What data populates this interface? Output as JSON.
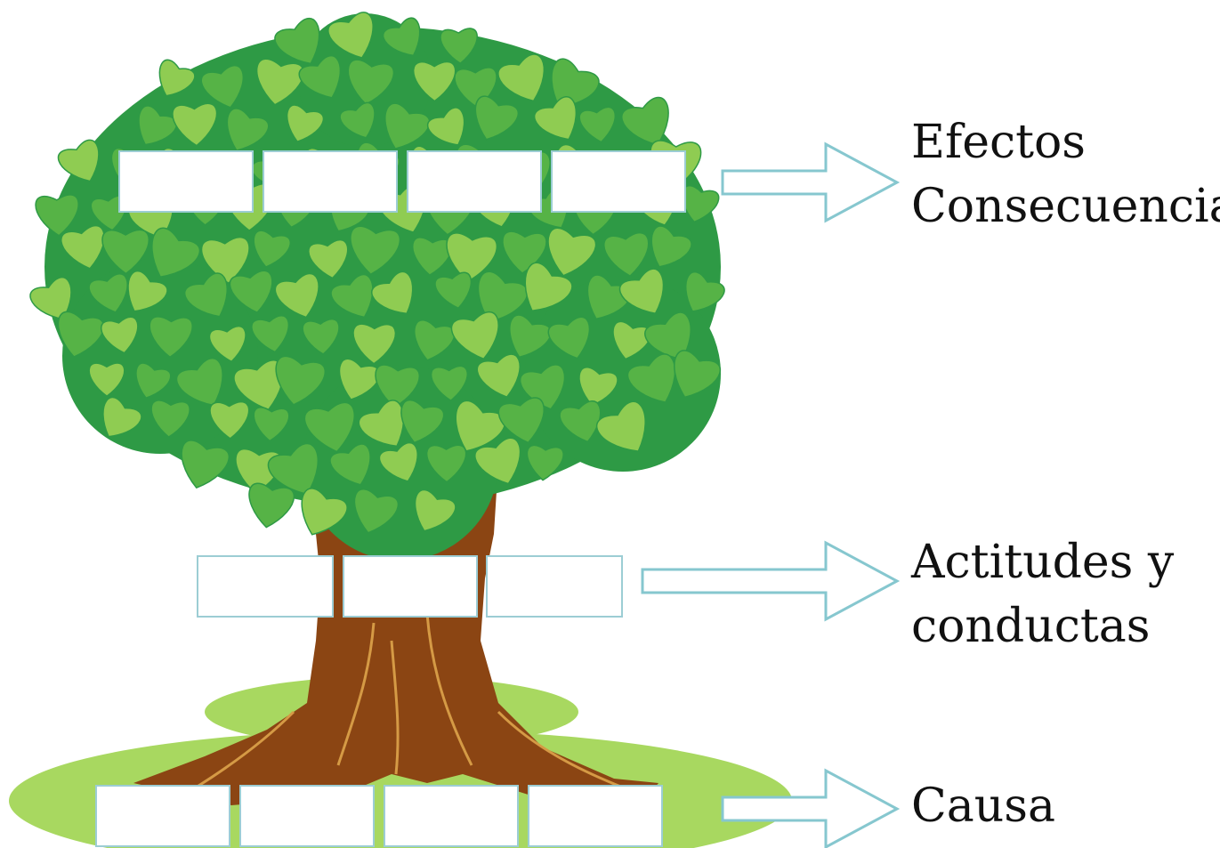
{
  "labels": {
    "effects": {
      "line1": "Efectos",
      "line2": "Consecuencias"
    },
    "attitudes": {
      "line1": "Actitudes y",
      "line2": "conductas"
    },
    "cause": {
      "line1": "Causa"
    }
  },
  "blank_boxes": {
    "effects_row": [
      "",
      "",
      "",
      ""
    ],
    "attitudes_row": [
      "",
      "",
      ""
    ],
    "cause_row": [
      "",
      "",
      "",
      ""
    ]
  },
  "colors": {
    "leaf_dark": "#2e9a45",
    "leaf_mid": "#56b346",
    "leaf_light": "#8fcc52",
    "trunk": "#8b4513",
    "trunk_line": "#d59a45",
    "ground": "#a8d860",
    "ground_dark": "#8cc63f",
    "arrow_stroke": "#86c7cf",
    "box_stroke": "#9ccdd4",
    "text": "#111111"
  }
}
